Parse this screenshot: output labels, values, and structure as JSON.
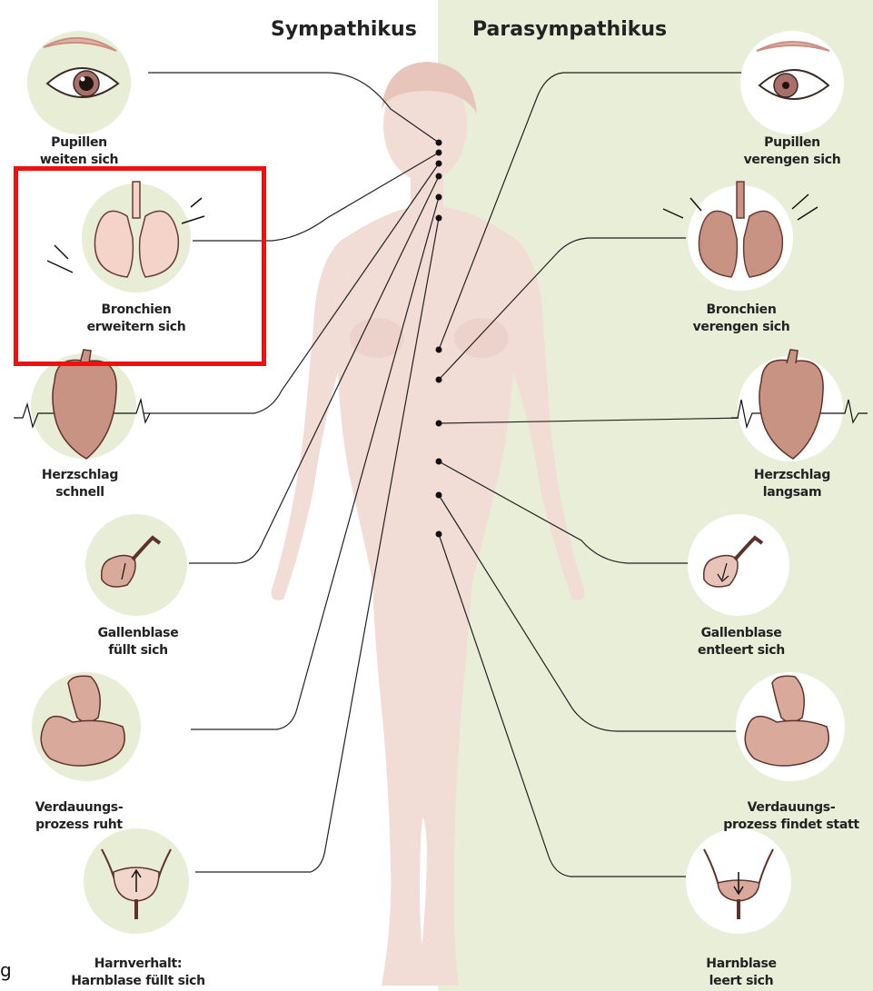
{
  "headings": {
    "sympathikus": "Sympathikus",
    "parasympathikus": "Parasympathikus"
  },
  "sympathikus": [
    {
      "organ": "eye",
      "line1": "Pupillen",
      "line2": "weiten sich"
    },
    {
      "organ": "lungs",
      "line1": "Bronchien",
      "line2": "erweitern sich"
    },
    {
      "organ": "heart",
      "line1": "Herzschlag",
      "line2": "schnell"
    },
    {
      "organ": "gallbladder",
      "line1": "Gallenblase",
      "line2": "füllt sich"
    },
    {
      "organ": "digestion",
      "line1": "Verdauungs-",
      "line2": "prozess ruht"
    },
    {
      "organ": "bladder",
      "line1": "Harnverhalt:",
      "line2": "Harnblase füllt sich"
    }
  ],
  "parasympathikus": [
    {
      "organ": "eye",
      "line1": "Pupillen",
      "line2": "verengen sich"
    },
    {
      "organ": "lungs",
      "line1": "Bronchien",
      "line2": "verengen sich"
    },
    {
      "organ": "heart",
      "line1": "Herzschlag",
      "line2": "langsam"
    },
    {
      "organ": "gallbladder",
      "line1": "Gallenblase",
      "line2": "entleert sich"
    },
    {
      "organ": "digestion",
      "line1": "Verdauungs-",
      "line2": "prozess findet statt"
    },
    {
      "organ": "bladder",
      "line1": "Harnblase",
      "line2": "leert sich"
    }
  ],
  "highlight": {
    "target": "sympathikus.bronchien",
    "color": "#ee1111"
  },
  "stray_text": "g",
  "colors": {
    "parasym_background": "#e9eed8",
    "organ_circle": "#e8edd5",
    "body": "#f1dcd6",
    "organ_fill": "#d9a99c",
    "organ_stroke": "#6b3b32",
    "nerve_line": "#222222"
  }
}
